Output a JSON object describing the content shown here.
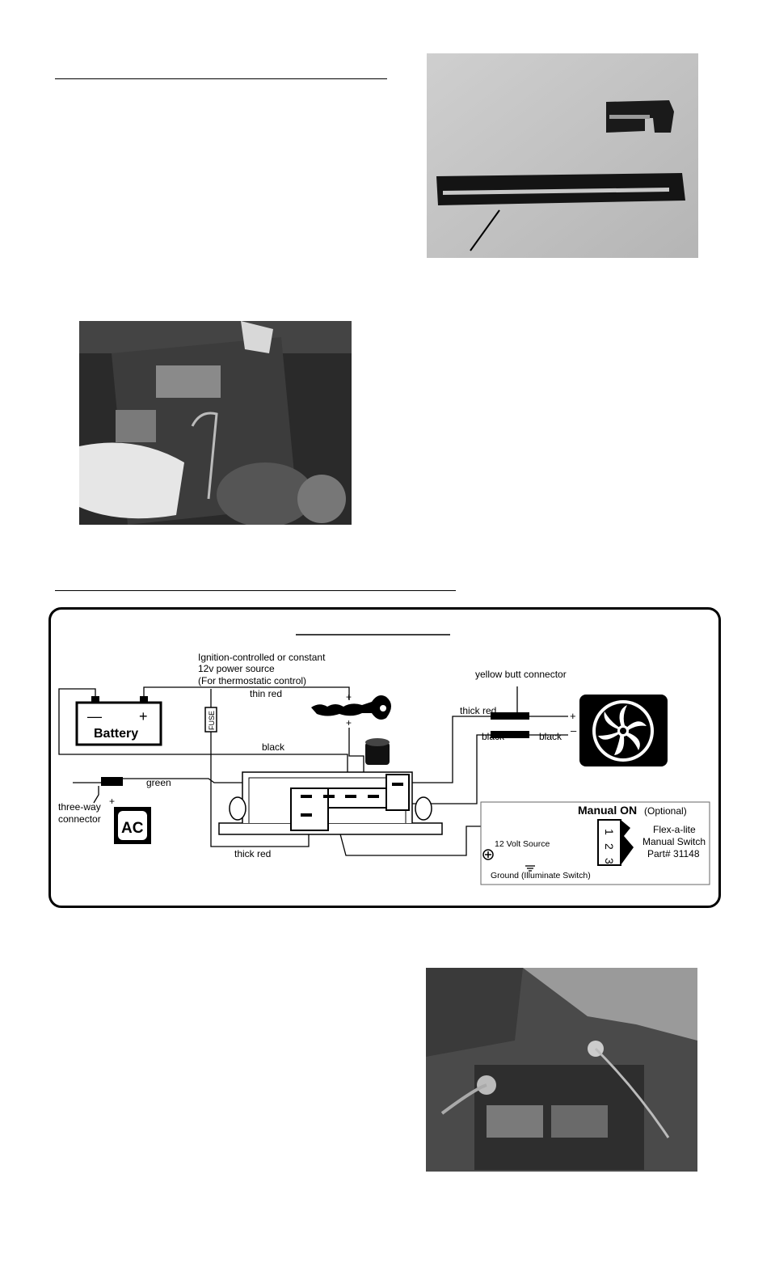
{
  "photos": {
    "bracket": {
      "name": "mounting-bracket-photo"
    },
    "installing": {
      "name": "fan-install-photo"
    },
    "battery": {
      "name": "battery-photo"
    }
  },
  "diagram": {
    "power_source_line1": "Ignition-controlled or constant",
    "power_source_line2": "12v power source",
    "power_source_line3": "(For thermostatic control)",
    "thin_red": "thin red",
    "plus": "+",
    "minus": "–",
    "battery_label": "Battery",
    "battery_minus": "—",
    "battery_plus": "+",
    "fuse": "FUSE",
    "black_top": "black",
    "green": "green",
    "three_way_1": "three-way",
    "three_way_2": "connector",
    "ac": "AC",
    "thick_red_bottom": "thick red",
    "yellow_butt": "yellow butt connector",
    "thick_red_right": "thick red",
    "black_right_1": "black",
    "black_right_2": "black",
    "manual_on": "Manual ON",
    "optional": "(Optional)",
    "twelve_volt": "12 Volt Source",
    "ground": "Ground (Illuminate Switch)",
    "switch_1": "1",
    "switch_2": "2",
    "switch_3": "3",
    "flex_1": "Flex-a-lite",
    "flex_2": "Manual Switch",
    "flex_3": "Part# 31148"
  }
}
